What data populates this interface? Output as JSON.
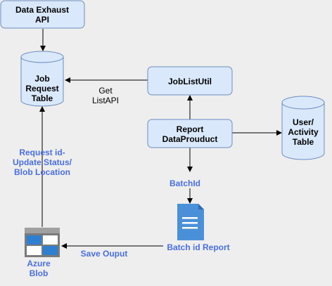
{
  "nodes": {
    "data_exhaust_api": [
      "Data Exhaust",
      "API"
    ],
    "job_request_table": [
      "Job",
      "Request",
      "Table"
    ],
    "joblistutil": "JobListUtil",
    "report_dataprouduct": [
      "Report",
      "DataProuduct"
    ],
    "user_activity_table": [
      "User/",
      "Activity",
      "Table"
    ],
    "azure_blob": [
      "Azure",
      "Blob"
    ],
    "batch_id_report": "Batch id Report"
  },
  "edge_labels": {
    "get_listapi": [
      "Get",
      "ListAPI"
    ],
    "batchid": "BatchId",
    "request_update": [
      "Request id-",
      "Update Status/",
      "Blob Location"
    ],
    "save_output": "Save Ouput"
  },
  "icons": {
    "document": "document-icon",
    "azure_blob": "azure-blob-icon"
  },
  "colors": {
    "box_fill": "#dae8fc",
    "box_stroke": "#6c8ebf",
    "label_blue": "#4a6ee0",
    "doc_blue": "#4a90d9",
    "background": "#eeeeee"
  }
}
